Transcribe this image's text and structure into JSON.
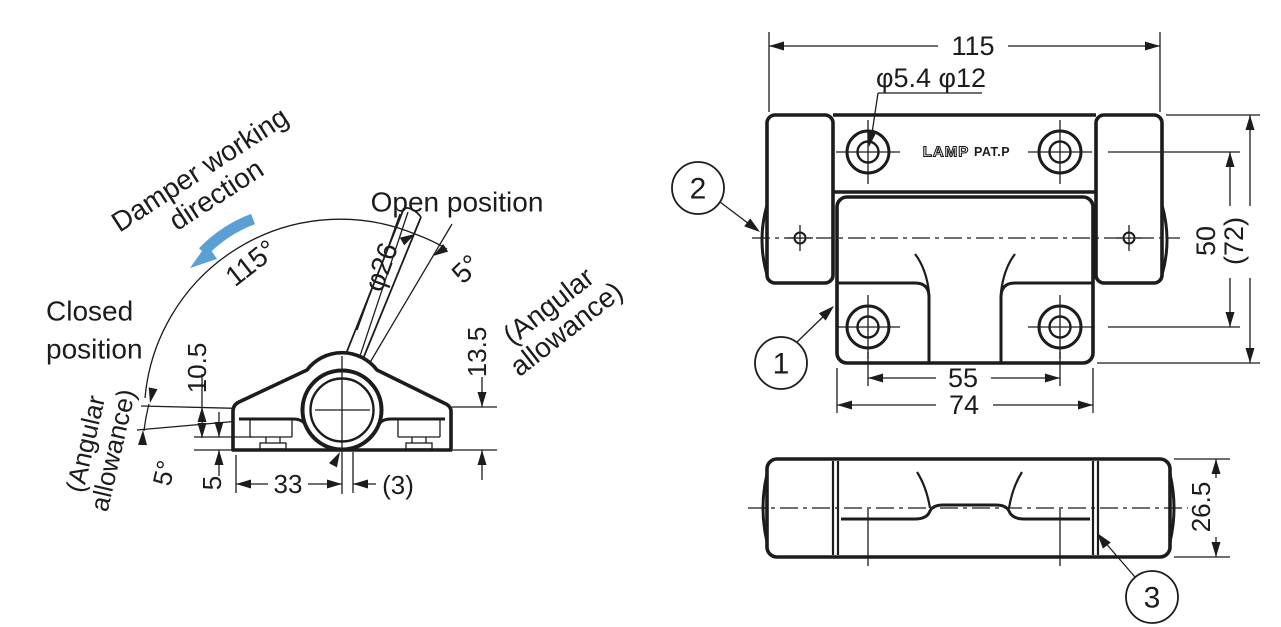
{
  "colors": {
    "ink": "#1c1c1c",
    "accent_blue": "#5aa0d5",
    "background": "#ffffff"
  },
  "side_view": {
    "damper_direction_line1": "Damper working",
    "damper_direction_line2": "direction",
    "sweep_angle": "115°",
    "open_position_label": "Open position",
    "barrel_diameter": "φ26",
    "open_allowance_angle": "5°",
    "open_allowance_line1": "(Angular",
    "open_allowance_line2": "allowance)",
    "closed_position_line1": "Closed",
    "closed_position_line2": "position",
    "closed_allowance_line1": "(Angular",
    "closed_allowance_line2": "allowance)",
    "closed_allowance_angle": "5°",
    "dim_closed_height": "10.5",
    "dim_base_step": "5",
    "dim_pivot_offset": "33",
    "dim_pivot_overhang": "(3)",
    "dim_open_side_height": "13.5"
  },
  "front_view": {
    "dim_overall_width": "115",
    "hole_spec": "φ5.4 φ12",
    "brand": "LAMP",
    "patent_mark": "PAT.P",
    "dim_hole_pitch_vertical": "50",
    "dim_overall_height": "(72)",
    "dim_hole_pitch_horizontal": "55",
    "dim_leaf_width": "74",
    "balloon_1": "1",
    "balloon_2": "2"
  },
  "bottom_view": {
    "dim_thickness": "26.5",
    "balloon_3": "3"
  }
}
